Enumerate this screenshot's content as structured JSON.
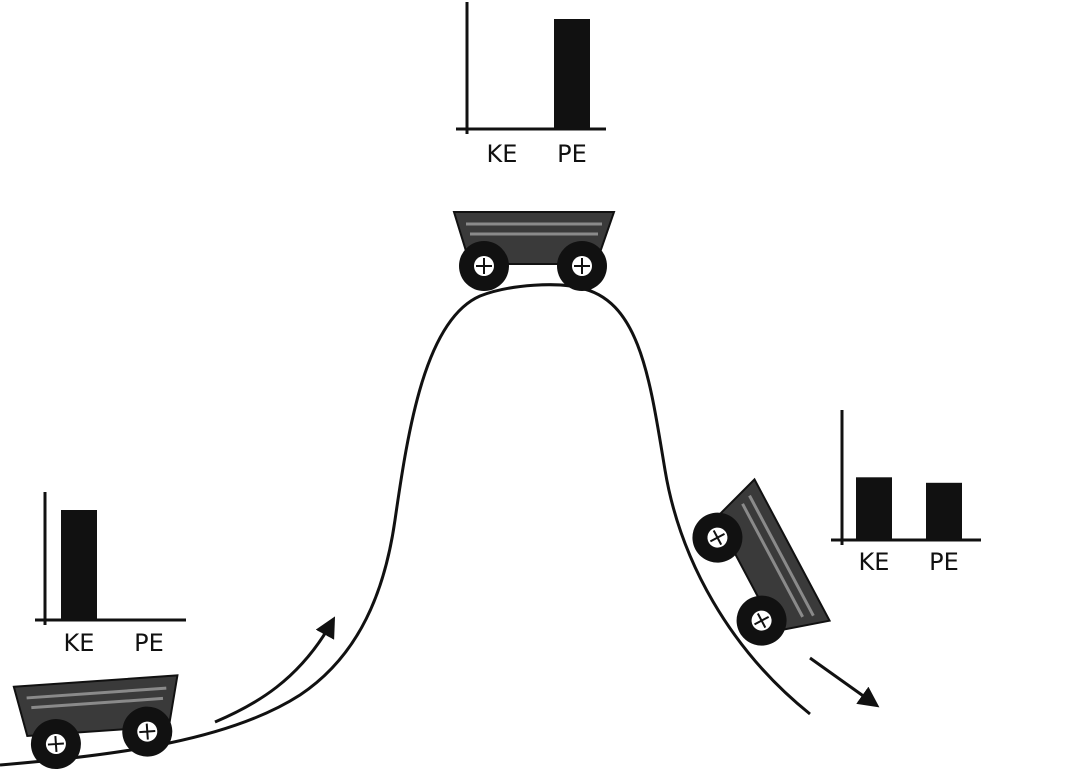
{
  "colors": {
    "ink": "#111111",
    "cart_body": "#3a3a3a",
    "cart_stripe": "#8a8a8a",
    "wheel": "#111111",
    "hub": "#ffffff"
  },
  "charts": [
    {
      "id": "bottom-left",
      "categories": [
        "KE",
        "PE"
      ],
      "values": [
        1.0,
        0.0
      ]
    },
    {
      "id": "top",
      "categories": [
        "KE",
        "PE"
      ],
      "values": [
        0.0,
        1.0
      ]
    },
    {
      "id": "right-slope",
      "categories": [
        "KE",
        "PE"
      ],
      "values": [
        0.57,
        0.52
      ]
    }
  ]
}
